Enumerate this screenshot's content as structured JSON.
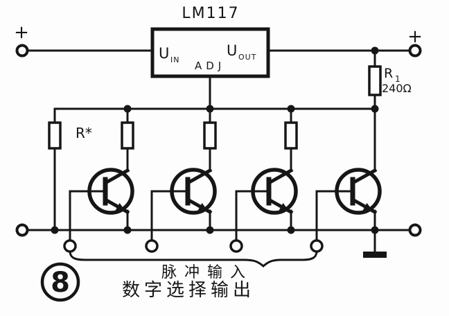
{
  "figure": {
    "number": "8",
    "caption_line1": "脉冲输入",
    "caption_line2": "数字选择输出"
  },
  "regulator": {
    "title": "LM117",
    "pin_in": "U",
    "pin_in_sub": "IN",
    "pin_adj": "ADJ",
    "pin_out": "U",
    "pin_out_sub": "OUT"
  },
  "components": {
    "r_star": "R*",
    "r1_name": "R",
    "r1_sub": "1",
    "r1_value": "240Ω"
  },
  "terminals": {
    "plus_left": "+",
    "plus_right": "+"
  }
}
